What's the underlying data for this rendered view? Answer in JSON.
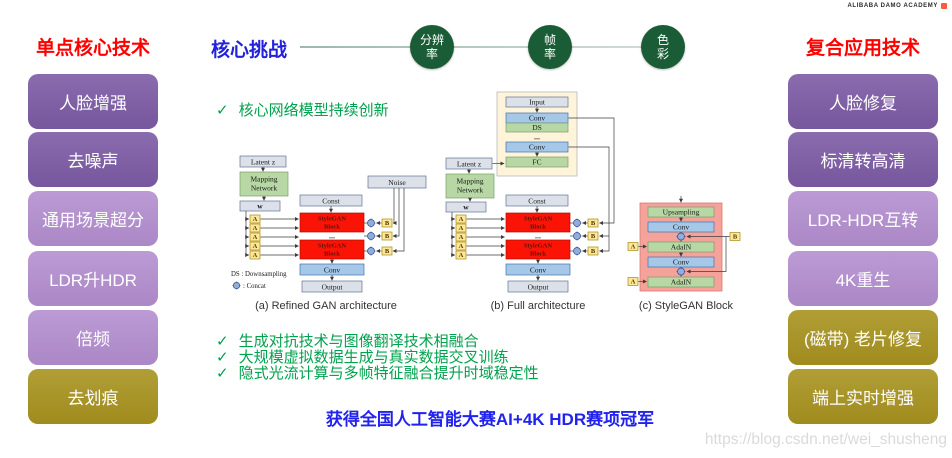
{
  "header": {
    "brand": "ALIBABA DAMO ACADEMY"
  },
  "left_panel": {
    "title": "单点核心技术",
    "items": [
      {
        "label": "人脸增强",
        "tone": "dark-purple"
      },
      {
        "label": "去噪声",
        "tone": "dark-purple"
      },
      {
        "label": "通用场景超分",
        "tone": "light-purple"
      },
      {
        "label": "LDR升HDR",
        "tone": "light-purple"
      },
      {
        "label": "倍频",
        "tone": "light-purple"
      },
      {
        "label": "去划痕",
        "tone": "olive"
      }
    ]
  },
  "right_panel": {
    "title": "复合应用技术",
    "items": [
      {
        "label": "人脸修复",
        "tone": "dark-purple"
      },
      {
        "label": "标清转高清",
        "tone": "dark-purple"
      },
      {
        "label": "LDR-HDR互转",
        "tone": "light-purple"
      },
      {
        "label": "4K重生",
        "tone": "light-purple"
      },
      {
        "label": "(磁带) 老片修复",
        "tone": "olive"
      },
      {
        "label": "端上实时增强",
        "tone": "olive"
      }
    ]
  },
  "challenges": {
    "title": "核心挑战",
    "nodes": [
      {
        "line1": "分辨",
        "line2": "率"
      },
      {
        "line1": "帧",
        "line2": "率"
      },
      {
        "line1": "色",
        "line2": "彩"
      }
    ]
  },
  "innovation": {
    "check": "✓",
    "headline": "核心网络模型持续创新",
    "bullets": [
      "生成对抗技术与图像翻译技术相融合",
      "大规模虚拟数据生成与真实数据交叉训练",
      "隐式光流计算与多帧特征融合提升时域稳定性"
    ],
    "award": "获得全国人工智能大赛AI+4K HDR赛项冠军"
  },
  "diagram": {
    "labels": {
      "latent": "Latent z",
      "mapping1": "Mapping",
      "mapping2": "Network",
      "w": "w",
      "const": "Const",
      "stylegan1": "StyleGAN",
      "stylegan2": "Block",
      "dots": "...",
      "conv": "Conv",
      "output": "Output",
      "noise": "Noise",
      "a": "A",
      "b": "B",
      "input": "Input",
      "ds": "DS",
      "fc": "FC",
      "upsampling": "Upsampling",
      "adain": "AdaIN"
    },
    "legend": {
      "ds": "DS : Downsampling",
      "concat": ": Concat"
    },
    "captions": {
      "a": "(a) Refined GAN architecture",
      "b": "(b) Full architecture",
      "c": "(c) StyleGAN Block"
    }
  },
  "watermark": "https://blog.csdn.net/wei_shusheng",
  "colors": {
    "title_red": "#ff0000",
    "title_blue": "#2222dd",
    "bullet_green": "#00a24d",
    "award_blue": "#2222ee",
    "circle_green": "#1a5c35",
    "dark_purple": "#7d5ba5",
    "light_purple": "#b48fd0",
    "olive": "#a8931f",
    "diagram_red": "#fb1305",
    "diagram_blue": "#a5c8e8",
    "diagram_green": "#b7d7a4",
    "diagram_yellow": "#ffe699",
    "panel_cream": "#fdf4d9",
    "panel_pink": "#f5a29b"
  }
}
